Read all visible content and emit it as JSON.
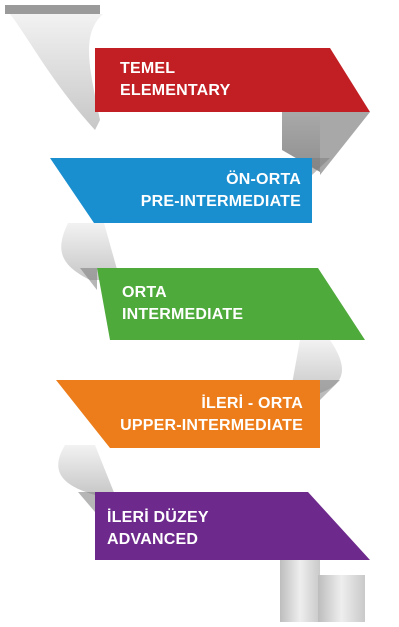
{
  "levels": [
    {
      "line1": "TEMEL",
      "line2": "ELEMENTARY",
      "color": "#c21f24",
      "align": "left"
    },
    {
      "line1": "ÖN-ORTA",
      "line2": "PRE-INTERMEDIATE",
      "color": "#1a8fd0",
      "align": "right"
    },
    {
      "line1": "ORTA",
      "line2": "INTERMEDIATE",
      "color": "#4faa3c",
      "align": "left"
    },
    {
      "line1": "İLERİ - ORTA",
      "line2": "UPPER-INTERMEDIATE",
      "color": "#ec7d1a",
      "align": "right"
    },
    {
      "line1": "İLERİ DÜZEY",
      "line2": "ADVANCED",
      "color": "#6d2a8c",
      "align": "left"
    }
  ],
  "ribbon_color": "#cfcfcf"
}
